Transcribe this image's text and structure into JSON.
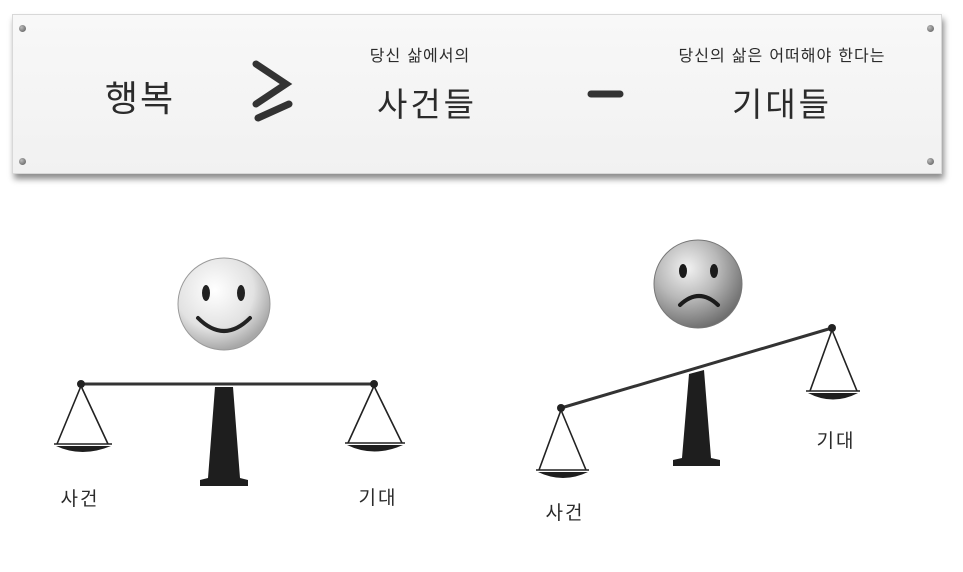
{
  "equation": {
    "lhs": "행복",
    "events_caption": "당신 삶에서의",
    "events_term": "사건들",
    "expect_caption": "당신의 삶은 어떠해야 한다는",
    "expect_term": "기대들"
  },
  "left_scale": {
    "face": "happy",
    "left_label": "사건",
    "right_label": "기대",
    "state": "balanced"
  },
  "right_scale": {
    "face": "sad",
    "left_label": "사건",
    "right_label": "기대",
    "state": "tilted"
  }
}
